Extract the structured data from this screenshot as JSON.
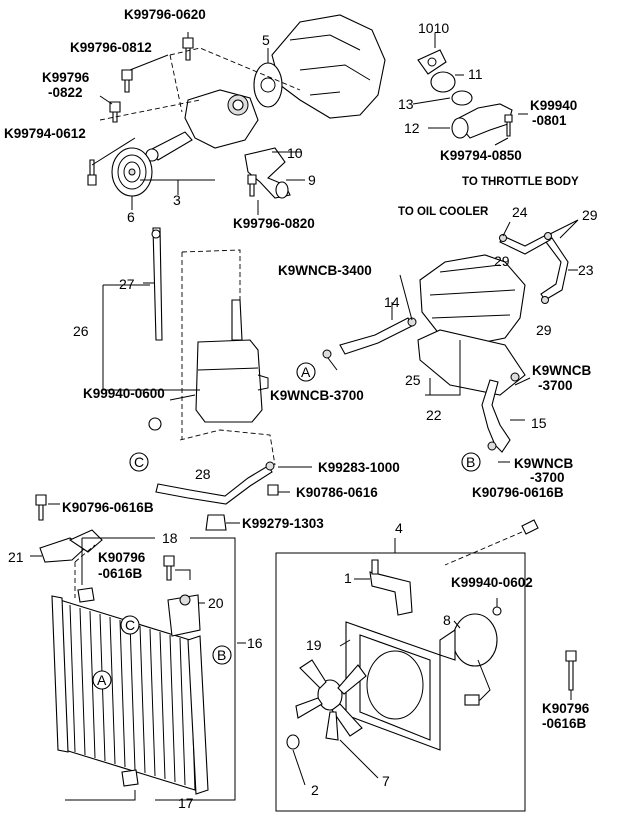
{
  "part_numbers": {
    "k99796_0620": "K99796-0620",
    "k99796_0812": "K99796-0812",
    "k99796_0822_a": "K99796",
    "k99796_0822_b": "-0822",
    "k99794_0612": "K99794-0612",
    "k99796_0820": "K99796-0820",
    "k99940_0801_a": "K99940",
    "k99940_0801_b": "-0801",
    "k99794_0850": "K99794-0850",
    "k9wncb_3400": "K9WNCB-3400",
    "k9wncb_3700_left": "K9WNCB-3700",
    "k9wncb_3700_r1_a": "K9WNCB",
    "k9wncb_3700_r1_b": "-3700",
    "k9wncb_3700_r2_a": "K9WNCB",
    "k9wncb_3700_r2_b": "-3700",
    "k99940_0600": "K99940-0600",
    "k99283_1000": "K99283-1000",
    "k90786_0616": "K90786-0616",
    "k99279_1303": "K99279-1303",
    "k90796_0616b_top": "K90796-0616B",
    "k90796_0616b_left": "K90796-0616B",
    "k90796_0616b_mid_a": "K90796",
    "k90796_0616b_mid_b": "-0616B",
    "k99940_0602": "K99940-0602",
    "k90796_0616b_br_a": "K90796",
    "k90796_0616b_br_b": "-0616B"
  },
  "notes": {
    "to_throttle_body": "TO THROTTLE BODY",
    "to_oil_cooler": "TO OIL COOLER"
  },
  "ref_numbers": {
    "n1010": "1010",
    "n1": "1",
    "n2": "2",
    "n3": "3",
    "n4": "4",
    "n5": "5",
    "n6": "6",
    "n7": "7",
    "n8": "8",
    "n9": "9",
    "n10": "10",
    "n11": "11",
    "n12": "12",
    "n13": "13",
    "n14": "14",
    "n15": "15",
    "n16": "16",
    "n17": "17",
    "n18": "18",
    "n19": "19",
    "n20": "20",
    "n21": "21",
    "n22": "22",
    "n23": "23",
    "n24": "24",
    "n25": "25",
    "n26": "26",
    "n27": "27",
    "n28": "28",
    "n29a": "29",
    "n29b": "29",
    "n29c": "29"
  },
  "connectors": {
    "a_left": "A",
    "a_rad": "A",
    "b_right": "B",
    "b_rad": "B",
    "c_left": "C",
    "c_rad": "C"
  }
}
